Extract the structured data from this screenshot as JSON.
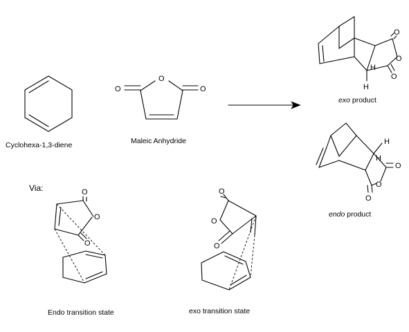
{
  "labels": {
    "cyclohexadiene": "Cyclohexa-1,3-diene",
    "maleic": "Maleic Anhydride",
    "via": "Via:",
    "exo_italic": "exo",
    "exo_rest": " product",
    "endo_italic": "endo",
    "endo_rest": " product",
    "endo_ts": "Endo transition state",
    "exo_ts": "exo transition state"
  },
  "atoms": {
    "O": "O",
    "H": "H"
  }
}
